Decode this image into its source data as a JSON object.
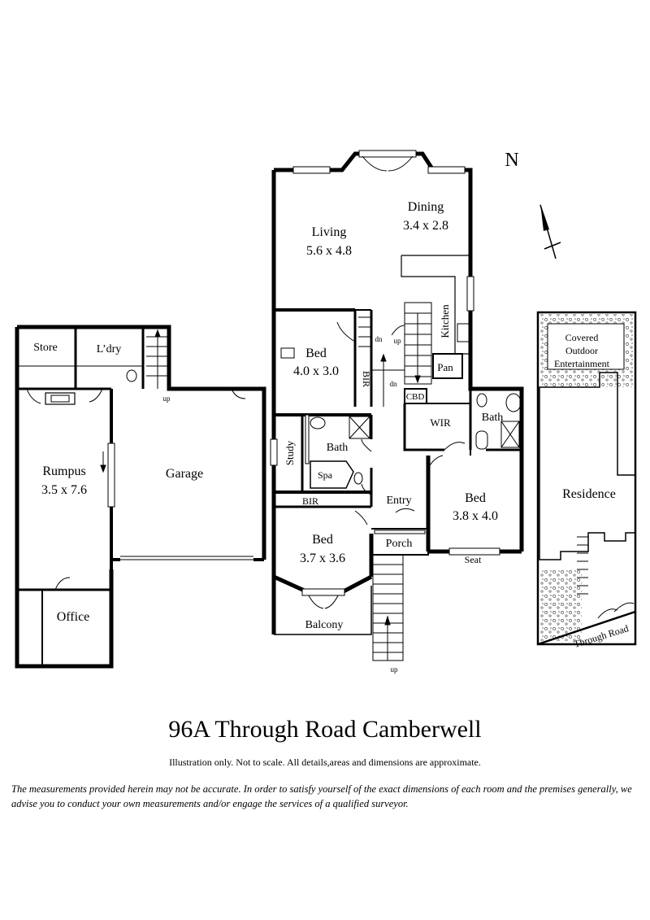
{
  "compass": {
    "label": "N"
  },
  "rooms": {
    "living": {
      "name": "Living",
      "dims": "5.6 x 4.8"
    },
    "dining": {
      "name": "Dining",
      "dims": "3.4 x 2.8"
    },
    "kitchen": {
      "name": "Kitchen"
    },
    "pan": {
      "name": "Pan"
    },
    "cbd": {
      "name": "CBD"
    },
    "bed1": {
      "name": "Bed",
      "dims": "4.0 x 3.0"
    },
    "bir1": {
      "name": "BIR"
    },
    "study": {
      "name": "Study"
    },
    "bath1": {
      "name": "Bath"
    },
    "spa": {
      "name": "Spa"
    },
    "bir2": {
      "name": "BIR"
    },
    "bed2": {
      "name": "Bed",
      "dims": "3.7 x 3.6"
    },
    "balcony": {
      "name": "Balcony"
    },
    "entry": {
      "name": "Entry"
    },
    "porch": {
      "name": "Porch"
    },
    "wir": {
      "name": "WIR"
    },
    "bath2": {
      "name": "Bath"
    },
    "bed3": {
      "name": "Bed",
      "dims": "3.8 x 4.0"
    },
    "seat": {
      "name": "Seat"
    },
    "store": {
      "name": "Store"
    },
    "laundry": {
      "name": "L’dry"
    },
    "rumpus": {
      "name": "Rumpus",
      "dims": "3.5 x 7.6"
    },
    "garage": {
      "name": "Garage"
    },
    "office": {
      "name": "Office"
    }
  },
  "stairs": {
    "up": "up",
    "dn": "dn"
  },
  "site": {
    "covered": [
      "Covered",
      "Outdoor",
      "Entertainment"
    ],
    "residence": "Residence",
    "street": "Through Road"
  },
  "title": "96A Through Road  Camberwell",
  "disclaimer_short": "Illustration only. Not to scale. All details,areas and dimensions are approximate.",
  "disclaimer_long": "The measurements provided herein may not be accurate. In order to satisfy yourself of the exact dimensions of each room and the premises generally, we advise you to conduct your own measurements and/or engage the services of a qualified surveyor."
}
